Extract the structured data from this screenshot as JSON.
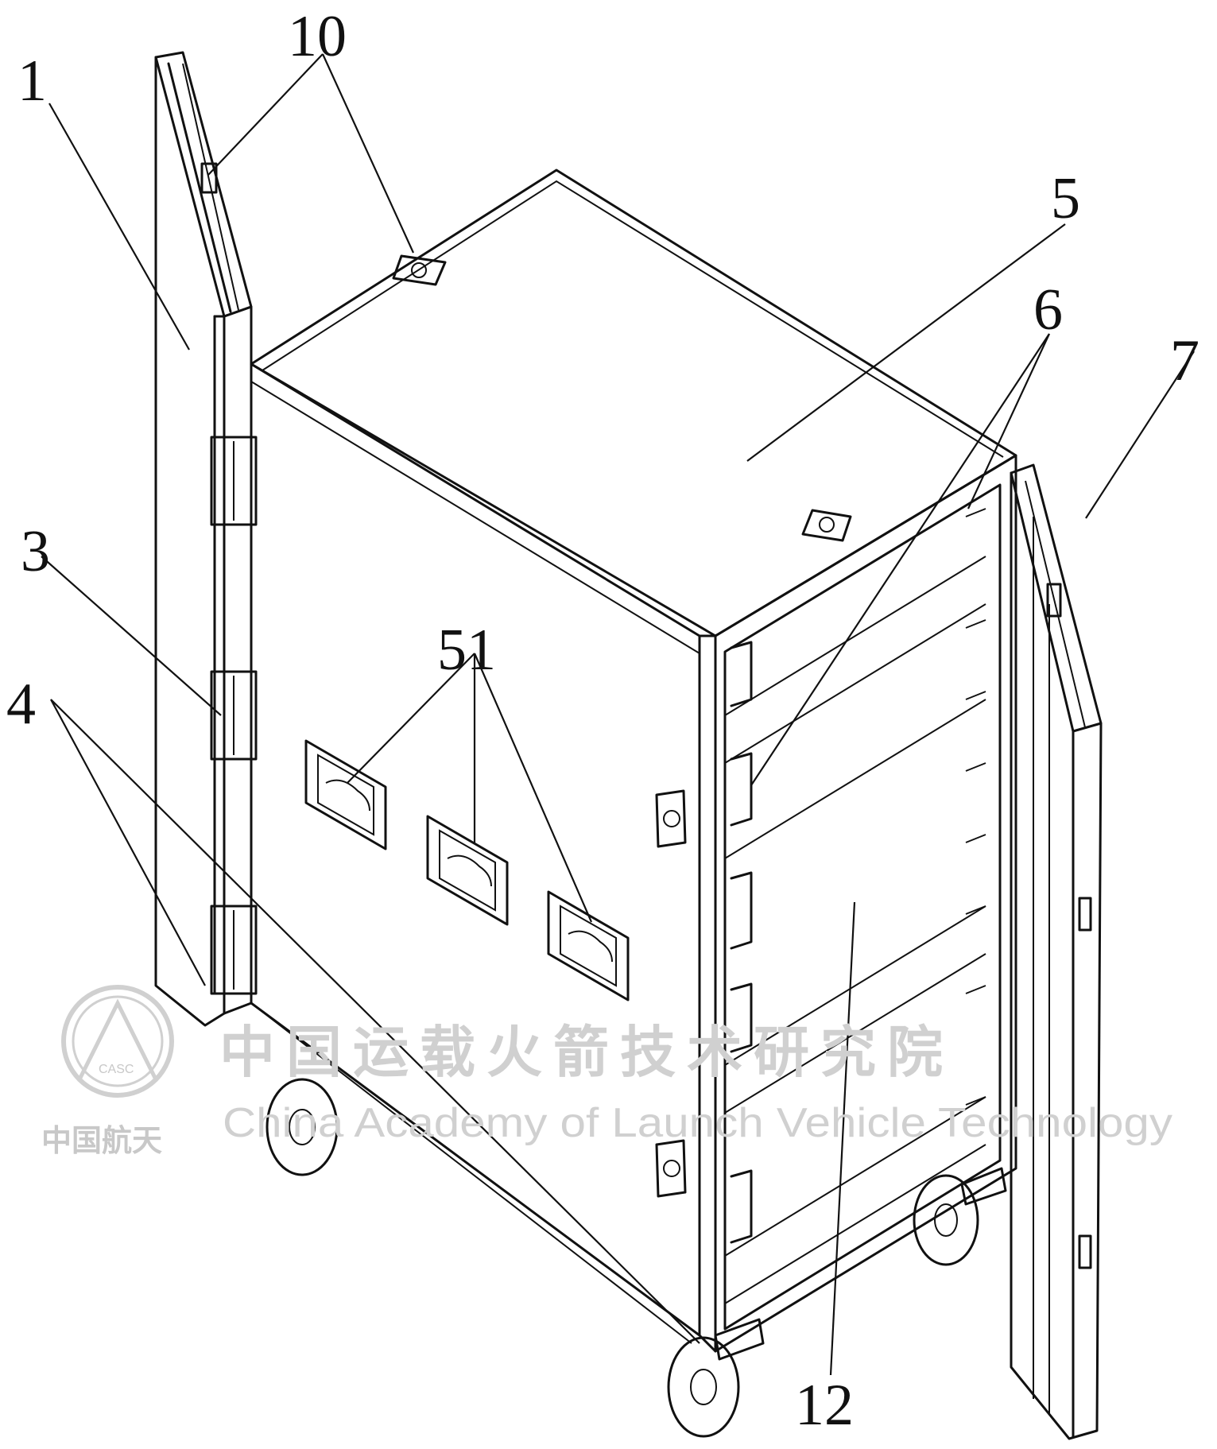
{
  "labels": {
    "l1": "1",
    "l10": "10",
    "l3": "3",
    "l4": "4",
    "l5": "5",
    "l6": "6",
    "l7": "7",
    "l51": "51",
    "l12": "12"
  },
  "watermark": {
    "cn": "中国运载火箭技术研究院",
    "en": "China Academy of Launch Vehicle Technology",
    "logo_text": "CASC",
    "logo_caption": "中国航天"
  }
}
